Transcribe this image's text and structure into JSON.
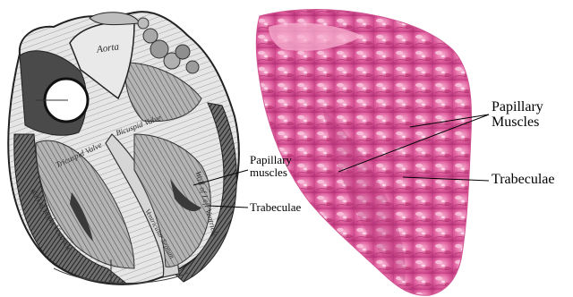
{
  "left_panel": {
    "engraving_labels": {
      "aorta": "Aorta",
      "tricuspid_valve": "Tricuspid Valve",
      "bicuspid_valve": "Bicuspid Valve",
      "wall_left_ventricle": "Wall of Left Ventricle",
      "wall_right_ventricle": "Wall of Right Ventricle",
      "ventricular_septum": "Ventricular Septum"
    },
    "callouts": {
      "papillary_muscles": "Papillary muscles",
      "trabeculae": "Trabeculae"
    }
  },
  "right_panel": {
    "callouts": {
      "papillary_muscles_line1": "Papillary",
      "papillary_muscles_line2": "Muscles",
      "trabeculae": "Trabeculae"
    },
    "render_color": "#e0609f"
  },
  "colors": {
    "engraving_dark": "#222222",
    "engraving_mid": "#8a8a8a",
    "engraving_light": "#dcdcdc",
    "pink_base": "#e0609f",
    "pink_light": "#f5a6cb",
    "pink_dark": "#b8357a"
  }
}
